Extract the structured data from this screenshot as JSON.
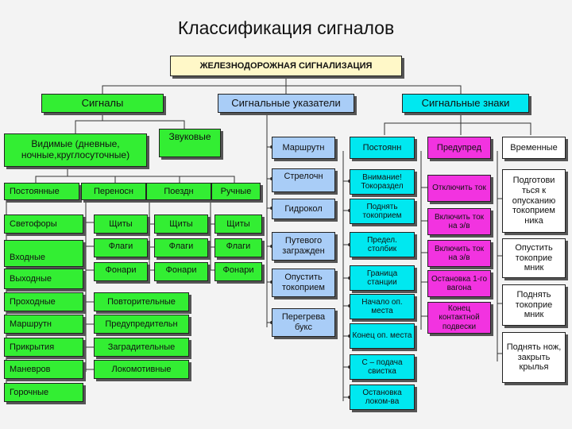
{
  "title": "Классификация сигналов",
  "root": "ЖЕЛЕЗНОДОРОЖНАЯ СИГНАЛИЗАЦИЯ",
  "level1": {
    "signals": "Сигналы",
    "indicators": "Сигнальные указатели",
    "signs": "Сигнальные знаки"
  },
  "signals": {
    "visible": "Видимые (дневные, ночные,круглосуточные)",
    "sound": "Звуковые",
    "categories": [
      "Постоянные",
      "Переносн",
      "Поездн",
      "Ручные"
    ],
    "constant": [
      "Светофоры",
      "Входные",
      "Выходные",
      "Проходные",
      "Маршрутн",
      "Прикрытия",
      "Маневров",
      "Горочные"
    ],
    "portable": [
      "Щиты",
      "Флаги",
      "Фонари"
    ],
    "train": [
      "Щиты",
      "Флаги",
      "Фонари"
    ],
    "hand": [
      "Щиты",
      "Флаги",
      "Фонари"
    ],
    "traffic_light_types": [
      "Повторительные",
      "Предупредительн",
      "Заградительные",
      "Локомотивные"
    ]
  },
  "indicators": {
    "items": [
      "Маршрутн",
      "Стрелочн",
      "Гидрокол",
      "Путевого загражден",
      "Опустить токоприем",
      "Перегрева букс"
    ]
  },
  "signs": {
    "categories": [
      "Постоянн",
      "Предупред",
      "Временные"
    ],
    "constant": [
      "Внимание! Токораздел",
      "Поднять токоприем",
      "Предел. столбик",
      "Граница станции",
      "Начало оп. места",
      "Конец оп. места",
      "С – подача свистка",
      "Остановка локом-ва"
    ],
    "warning": [
      "Отключить ток",
      "Включить ток на э/в",
      "Включить ток на э/в",
      "Остановка 1-го вагона",
      "Конец контактной подвески"
    ],
    "temporary": [
      "Подготови ться к опусканию токоприем ника",
      "Опустить токоприе мник",
      "Поднять токоприе мник",
      "Поднять нож, закрыть крылья"
    ]
  }
}
